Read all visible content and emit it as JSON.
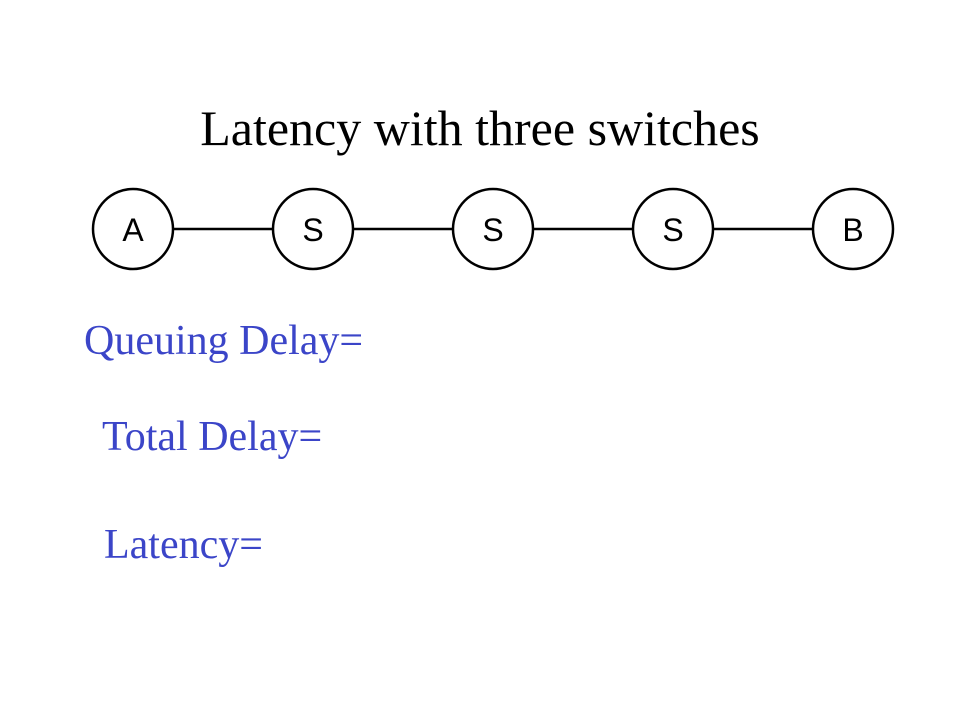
{
  "title": "Latency with three switches",
  "nodes": [
    "A",
    "S",
    "S",
    "S",
    "B"
  ],
  "labels": {
    "queuing_delay": "Queuing Delay=",
    "total_delay": "Total Delay=",
    "latency": "Latency="
  },
  "colors": {
    "text": "#000000",
    "accent": "#3b45c8",
    "node_stroke": "#000000",
    "node_fill": "#ffffff"
  }
}
